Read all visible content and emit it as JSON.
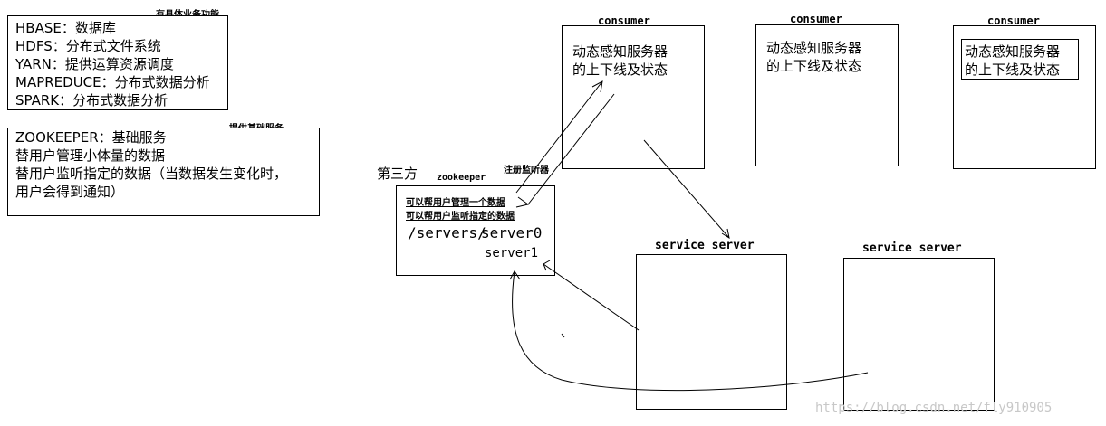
{
  "left_panel": {
    "hadoop_caption": "有具体业务功能",
    "hadoop_lines": [
      "HBASE：数据库",
      "HDFS：分布式文件系统",
      "YARN：提供运算资源调度",
      "MAPREDUCE：分布式数据分析",
      "SPARK：分布式数据分析"
    ],
    "zk_caption": "提供基础服务",
    "zk_lines": [
      "ZOOKEEPER：基础服务",
      "替用户管理小体量的数据",
      "替用户监听指定的数据（当数据发生变化时，",
      "用户会得到通知）"
    ]
  },
  "zookeeper": {
    "third_party_label": "第三方",
    "title": "zookeeper",
    "register_listener_label": "注册监听器",
    "line1": "可以帮用户管理一个数据",
    "line2": "可以帮用户监听指定的数据",
    "path_prefix": "/servers/",
    "server0": "server0",
    "server1": "server1"
  },
  "consumers": [
    {
      "title": "consumer",
      "text_line1": "动态感知服务器",
      "text_line2": "的上下线及状态"
    },
    {
      "title": "consumer",
      "text_line1": "动态感知服务器",
      "text_line2": "的上下线及状态"
    },
    {
      "title": "consumer",
      "text_line1": "动态感知服务器",
      "text_line2": "的上下线及状态"
    }
  ],
  "servers": [
    {
      "title": "service server"
    },
    {
      "title": "service server"
    }
  ],
  "watermark": "https://blog.csdn.net/fly910905"
}
